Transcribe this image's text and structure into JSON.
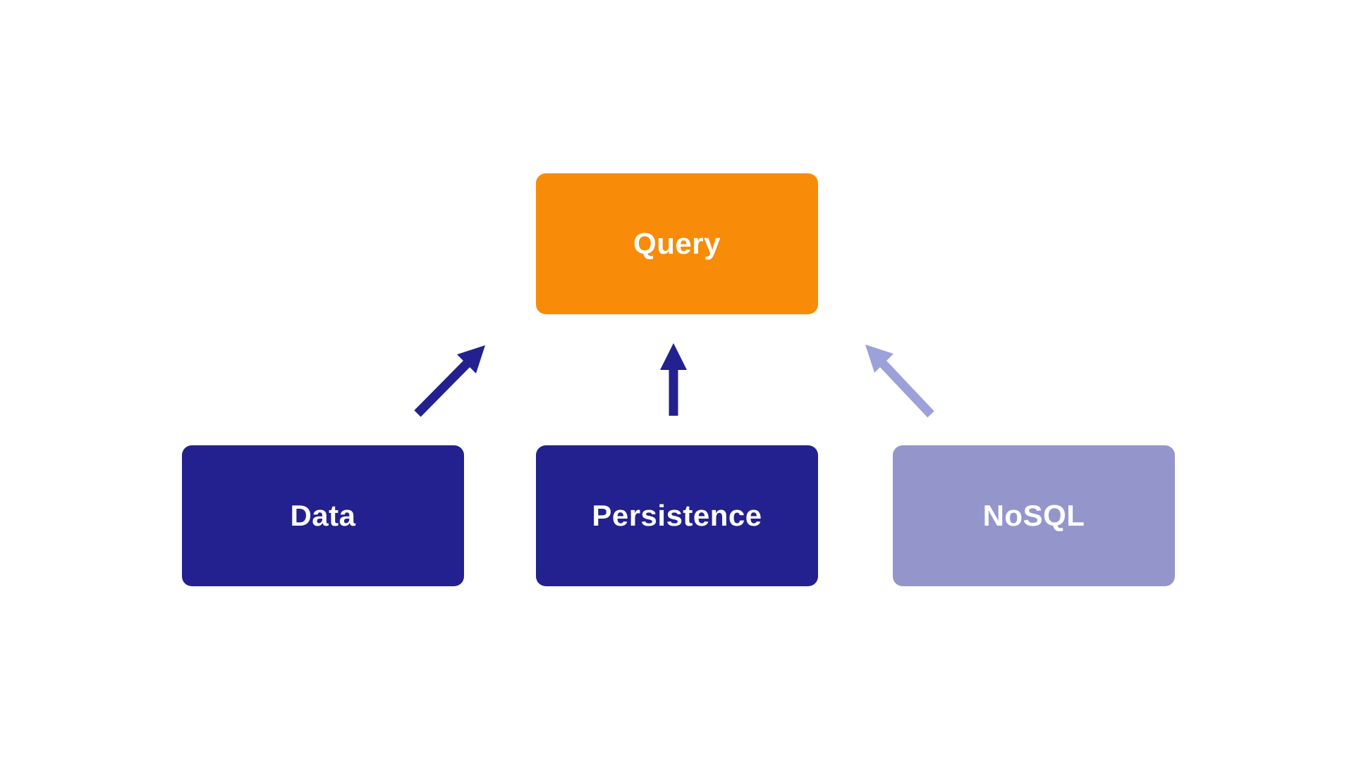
{
  "canvas": {
    "background": "#FFFFFF",
    "label_text_color": "#FFFFFF"
  },
  "diagram": {
    "type": "block-diagram",
    "nodes": [
      {
        "id": "query",
        "label": "Query",
        "color": "#F88C08"
      },
      {
        "id": "data",
        "label": "Data",
        "color": "#23218F"
      },
      {
        "id": "persistence",
        "label": "Persistence",
        "color": "#23218F"
      },
      {
        "id": "nosql",
        "label": "NoSQL",
        "color": "#9496CB"
      }
    ],
    "edges": [
      {
        "from": "data",
        "to": "query",
        "color": "#23218F",
        "direction": "up-right"
      },
      {
        "from": "persistence",
        "to": "query",
        "color": "#23218F",
        "direction": "up"
      },
      {
        "from": "nosql",
        "to": "query",
        "color": "#9DA1D9",
        "direction": "up-left"
      }
    ]
  }
}
